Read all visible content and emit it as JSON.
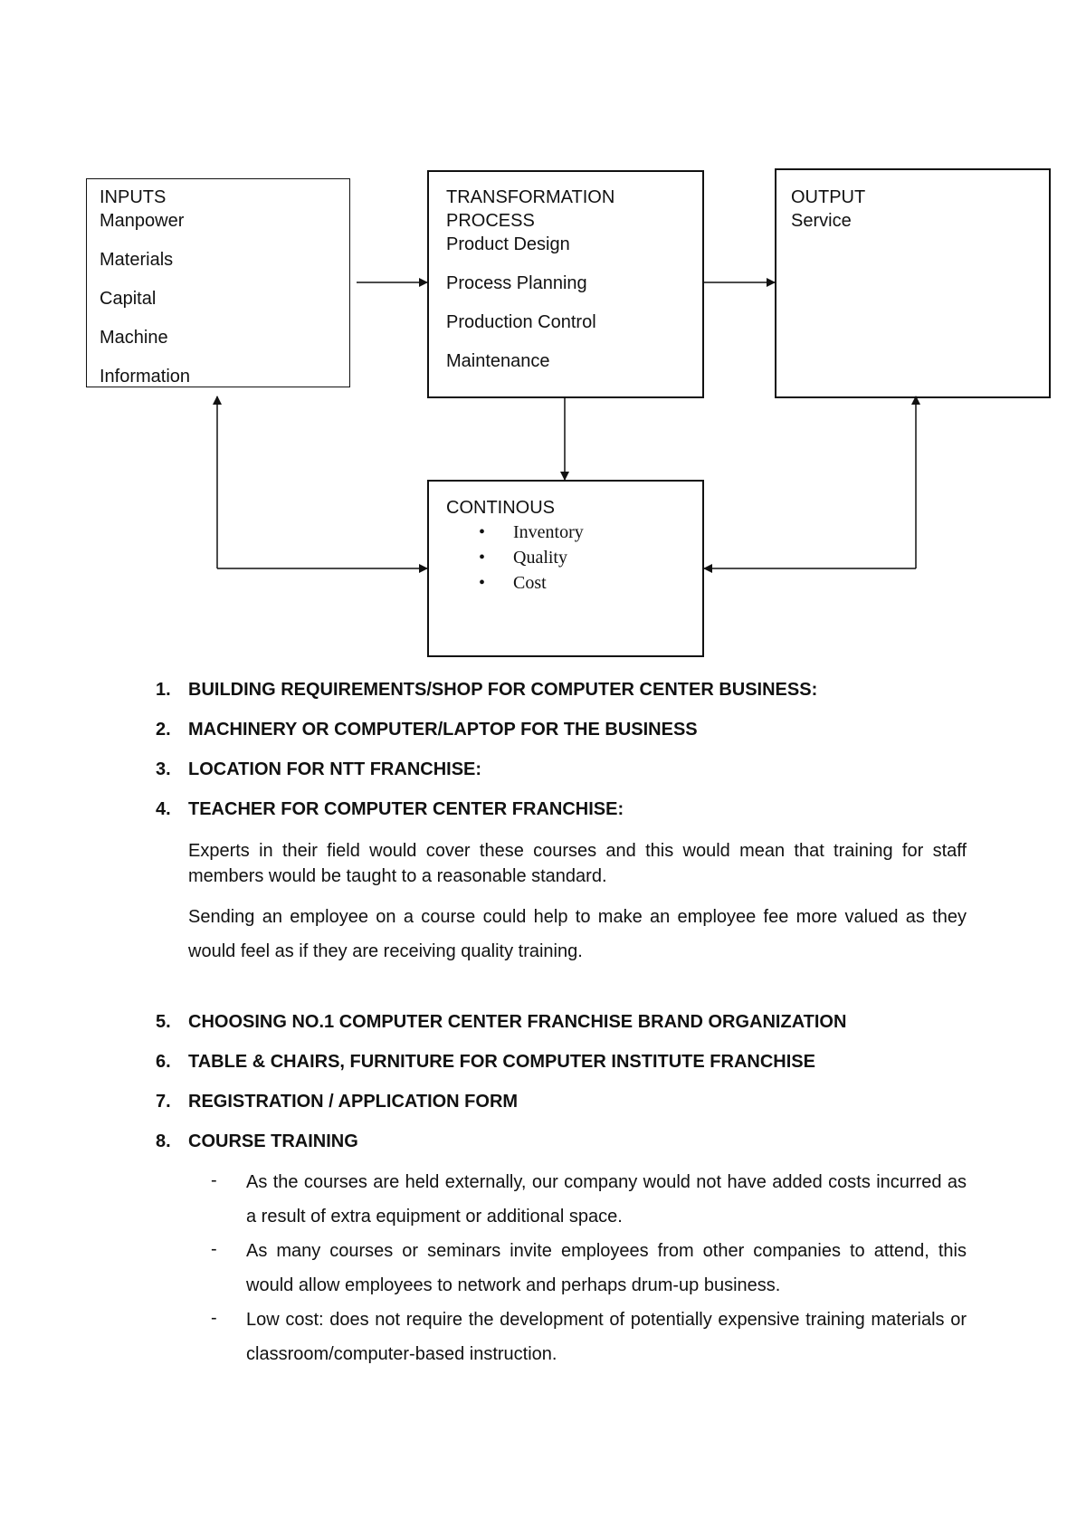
{
  "diagram": {
    "inputs": {
      "title": "INPUTS",
      "items": [
        "Manpower",
        "Materials",
        "Capital",
        "Machine",
        "Information"
      ]
    },
    "transformation": {
      "title_line1": "TRANSFORMATION",
      "title_line2": "PROCESS",
      "items": [
        "Product Design",
        "Process Planning",
        "Production Control",
        "Maintenance"
      ]
    },
    "output": {
      "title": "OUTPUT",
      "items": [
        "Service"
      ]
    },
    "continous": {
      "title": "CONTINOUS",
      "bullet_symbol": "•",
      "items": [
        "Inventory",
        "Quality",
        "Cost"
      ]
    }
  },
  "headings": [
    {
      "num": "1.",
      "text": "BUILDING REQUIREMENTS/SHOP FOR COMPUTER CENTER BUSINESS:"
    },
    {
      "num": "2.",
      "text": "MACHINERY OR COMPUTER/LAPTOP FOR THE BUSINESS"
    },
    {
      "num": "3.",
      "text": "LOCATION FOR NTT FRANCHISE:"
    },
    {
      "num": "4.",
      "text": "TEACHER FOR COMPUTER CENTER FRANCHISE:"
    },
    {
      "num": "5.",
      "text": "CHOOSING NO.1 COMPUTER CENTER FRANCHISE BRAND ORGANIZATION"
    },
    {
      "num": "6.",
      "text": "TABLE & CHAIRS, FURNITURE FOR COMPUTER INSTITUTE FRANCHISE"
    },
    {
      "num": "7.",
      "text": "REGISTRATION / APPLICATION FORM"
    },
    {
      "num": "8.",
      "text": "COURSE TRAINING"
    }
  ],
  "teacher_paragraphs": [
    "Experts in their field would cover these courses and this would mean that training for staff members would be taught to a reasonable standard.",
    "Sending an employee on a course could help to make an employee fee more valued as they would feel as if they are receiving quality training."
  ],
  "course_training_bullets": {
    "marker": "-",
    "items": [
      "As the courses are held externally, our company would not have added costs incurred as a result of extra equipment or additional space.",
      "As many courses or seminars invite employees from other companies to attend, this would allow employees to network and perhaps drum-up business.",
      "Low cost: does not require the development of potentially expensive training materials or classroom/computer-based instruction."
    ]
  }
}
